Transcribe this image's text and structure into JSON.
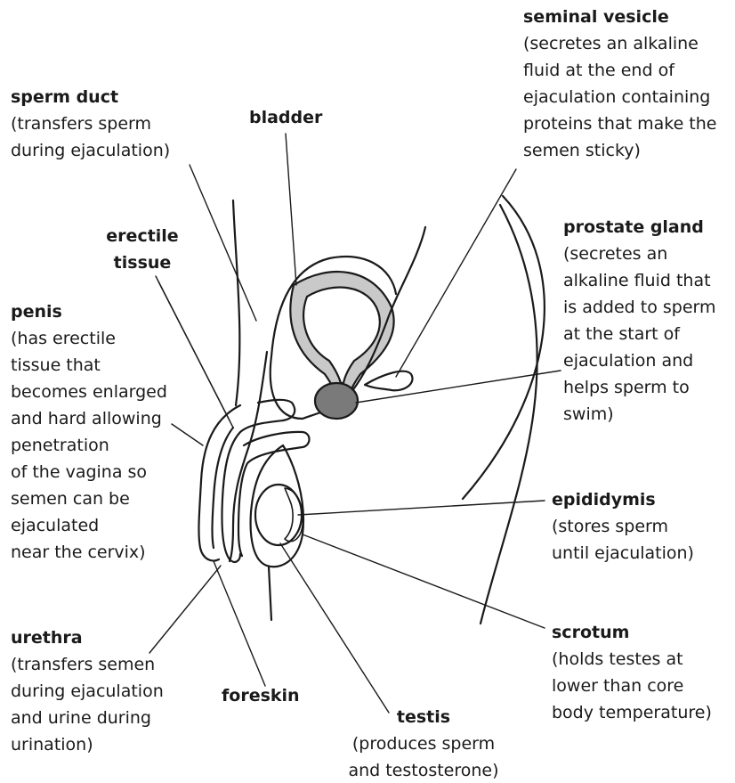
{
  "colors": {
    "ink": "#1a1a1a",
    "bladder_fill": "#c9c9c9",
    "prostate_fill": "#7a7a7a",
    "background": "#ffffff"
  },
  "labels": {
    "seminal_vesicle": {
      "title": "seminal vesicle",
      "desc": "(secretes an alkaline\nfluid at the end of\nejaculation containing\nproteins that make the\nsemen sticky)"
    },
    "sperm_duct": {
      "title": "sperm duct",
      "desc": "(transfers sperm\nduring ejaculation)"
    },
    "bladder": {
      "title": "bladder"
    },
    "erectile_tissue": {
      "title": "erectile\ntissue"
    },
    "prostate_gland": {
      "title": "prostate gland",
      "desc": "(secretes an\nalkaline fluid that\nis added to sperm\nat the start of\nejaculation and\nhelps sperm to\nswim)"
    },
    "penis": {
      "title": "penis",
      "desc": "(has erectile\ntissue that\nbecomes enlarged\nand hard allowing\npenetration\nof the vagina so\nsemen can be\nejaculated\nnear the cervix)"
    },
    "epididymis": {
      "title": "epididymis",
      "desc": "(stores sperm\nuntil ejaculation)"
    },
    "scrotum": {
      "title": "scrotum",
      "desc": "(holds testes at\nlower than core\nbody temperature)"
    },
    "urethra": {
      "title": "urethra",
      "desc": "(transfers semen\nduring ejaculation\nand urine during\nurination)"
    },
    "foreskin": {
      "title": "foreskin"
    },
    "testis": {
      "title": "testis",
      "desc": "(produces sperm\nand testosterone)"
    }
  }
}
